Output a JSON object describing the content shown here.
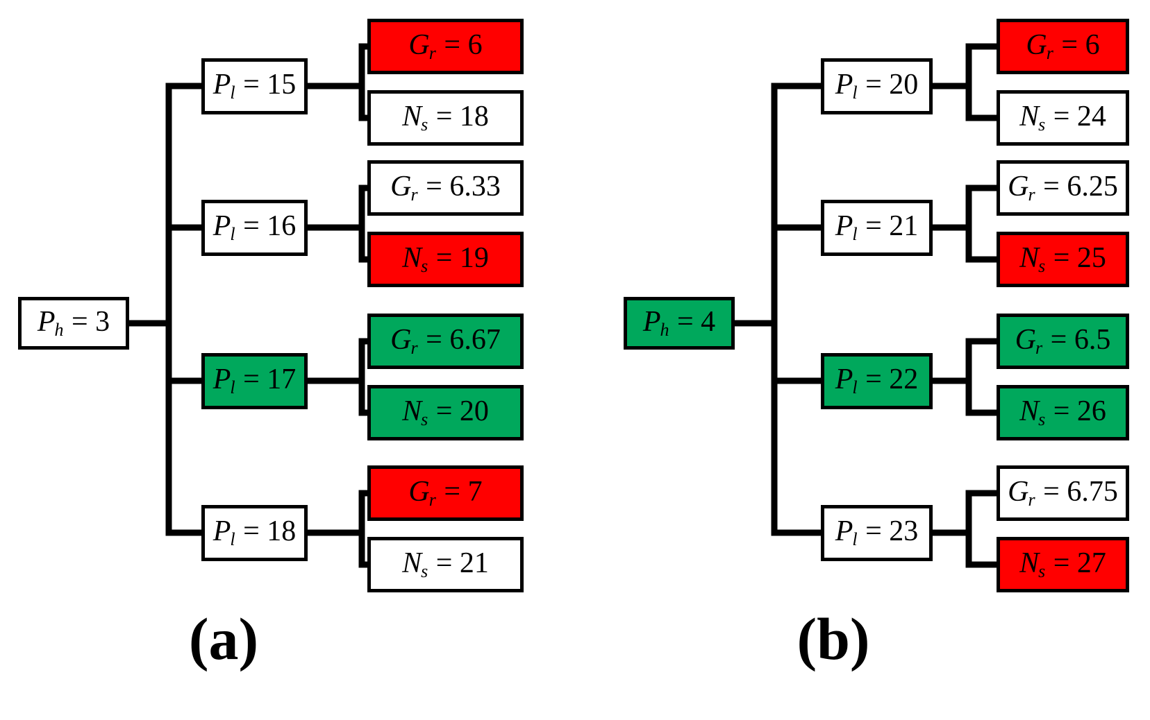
{
  "figure": {
    "background": "#ffffff",
    "colors": {
      "red": "#FF0000",
      "green": "#00A85C",
      "white": "#FFFFFF",
      "stroke": "#000000"
    }
  },
  "panels": [
    {
      "id": "a",
      "caption": "(a)",
      "root": {
        "symbol": "P",
        "subscript": "h",
        "value": "3",
        "text": "P h = 3",
        "fill": "white"
      },
      "branches": [
        {
          "parent": {
            "symbol": "P",
            "subscript": "l",
            "value": "15",
            "text": "P l = 15",
            "fill": "white"
          },
          "leaves": [
            {
              "symbol": "G",
              "subscript": "r",
              "value": "6",
              "text": "G r = 6",
              "fill": "red"
            },
            {
              "symbol": "N",
              "subscript": "s",
              "value": "18",
              "text": "N s = 18",
              "fill": "white"
            }
          ]
        },
        {
          "parent": {
            "symbol": "P",
            "subscript": "l",
            "value": "16",
            "text": "P l = 16",
            "fill": "white"
          },
          "leaves": [
            {
              "symbol": "G",
              "subscript": "r",
              "value": "6.33",
              "text": "G r = 6.33",
              "fill": "white"
            },
            {
              "symbol": "N",
              "subscript": "s",
              "value": "19",
              "text": "N s = 19",
              "fill": "red"
            }
          ]
        },
        {
          "parent": {
            "symbol": "P",
            "subscript": "l",
            "value": "17",
            "text": "P l = 17",
            "fill": "green"
          },
          "leaves": [
            {
              "symbol": "G",
              "subscript": "r",
              "value": "6.67",
              "text": "G r = 6.67",
              "fill": "green"
            },
            {
              "symbol": "N",
              "subscript": "s",
              "value": "20",
              "text": "N s = 20",
              "fill": "green"
            }
          ]
        },
        {
          "parent": {
            "symbol": "P",
            "subscript": "l",
            "value": "18",
            "text": "P l = 18",
            "fill": "white"
          },
          "leaves": [
            {
              "symbol": "G",
              "subscript": "r",
              "value": "7",
              "text": "G r = 7",
              "fill": "red"
            },
            {
              "symbol": "N",
              "subscript": "s",
              "value": "21",
              "text": "N s = 21",
              "fill": "white"
            }
          ]
        }
      ]
    },
    {
      "id": "b",
      "caption": "(b)",
      "root": {
        "symbol": "P",
        "subscript": "h",
        "value": "4",
        "text": "P h = 4",
        "fill": "green"
      },
      "branches": [
        {
          "parent": {
            "symbol": "P",
            "subscript": "l",
            "value": "20",
            "text": "P l = 20",
            "fill": "white"
          },
          "leaves": [
            {
              "symbol": "G",
              "subscript": "r",
              "value": "6",
              "text": "G r = 6",
              "fill": "red"
            },
            {
              "symbol": "N",
              "subscript": "s",
              "value": "24",
              "text": "N s = 24",
              "fill": "white"
            }
          ]
        },
        {
          "parent": {
            "symbol": "P",
            "subscript": "l",
            "value": "21",
            "text": "P l = 21",
            "fill": "white"
          },
          "leaves": [
            {
              "symbol": "G",
              "subscript": "r",
              "value": "6.25",
              "text": "G r = 6.25",
              "fill": "white"
            },
            {
              "symbol": "N",
              "subscript": "s",
              "value": "25",
              "text": "N s = 25",
              "fill": "red"
            }
          ]
        },
        {
          "parent": {
            "symbol": "P",
            "subscript": "l",
            "value": "22",
            "text": "P l = 22",
            "fill": "green"
          },
          "leaves": [
            {
              "symbol": "G",
              "subscript": "r",
              "value": "6.5",
              "text": "G r = 6.5",
              "fill": "green"
            },
            {
              "symbol": "N",
              "subscript": "s",
              "value": "26",
              "text": "N s = 26",
              "fill": "green"
            }
          ]
        },
        {
          "parent": {
            "symbol": "P",
            "subscript": "l",
            "value": "23",
            "text": "P l = 23",
            "fill": "white"
          },
          "leaves": [
            {
              "symbol": "G",
              "subscript": "r",
              "value": "6.75",
              "text": "G r = 6.75",
              "fill": "white"
            },
            {
              "symbol": "N",
              "subscript": "s",
              "value": "27",
              "text": "N s = 27",
              "fill": "red"
            }
          ]
        }
      ]
    }
  ]
}
